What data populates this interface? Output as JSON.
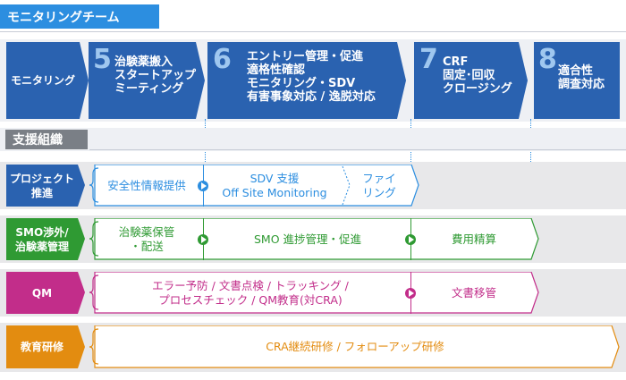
{
  "title": "モニタリングチーム",
  "support_title": "支援組織",
  "monitoring_label": "モニタリング",
  "phases": [
    {
      "num": "5",
      "lines": [
        "治験薬搬入",
        "スタートアップ",
        "ミーティング"
      ]
    },
    {
      "num": "6",
      "lines": [
        "エントリー管理・促進",
        "適格性確認",
        "モニタリング・SDV",
        "有害事象対応 / 逸脱対応"
      ]
    },
    {
      "num": "7",
      "lines": [
        "CRF",
        "固定･回収",
        "クロージング"
      ]
    },
    {
      "num": "8",
      "lines": [
        "適合性",
        "調査対応"
      ]
    }
  ],
  "rows": {
    "project": {
      "label": [
        "プロジェクト",
        "推進"
      ],
      "cells": [
        "安全性情報提供",
        "SDV 支援",
        "Off Site Monitoring",
        "ファイ",
        "リング"
      ]
    },
    "smo": {
      "label": [
        "SMO渉外/",
        "治験薬管理"
      ],
      "cells": [
        "治験薬保管",
        "・配送",
        "SMO 進捗管理・促進",
        "費用精算"
      ]
    },
    "qm": {
      "label": [
        "QM"
      ],
      "cells": [
        "エラー予防 / 文書点検 / トラッキング /",
        "プロセスチェック / QM教育(対CRA)",
        "文書移管"
      ]
    },
    "edu": {
      "label": [
        "教育研修"
      ],
      "cells": [
        "CRA継続研修 / フォローアップ研修"
      ]
    }
  },
  "colors": {
    "blue_dark": "#2a62b0",
    "blue_light": "#2c8ee0",
    "green": "#2f9a33",
    "magenta": "#c22d8a",
    "orange": "#e38c10",
    "gray": "#e8e8ea"
  }
}
